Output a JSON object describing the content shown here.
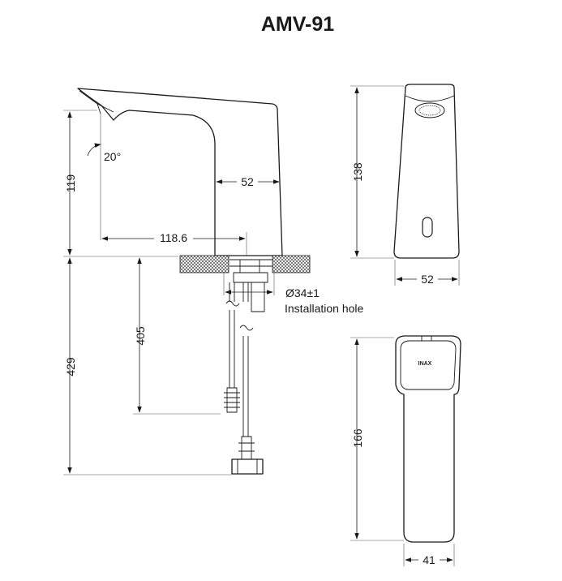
{
  "title": "AMV-91",
  "dimensions": {
    "angle": "20°",
    "spout_height": "119",
    "spout_reach": "118.6",
    "spout_offset": "52",
    "body_height": "138",
    "body_width": "52",
    "top_length": "166",
    "top_width": "41",
    "hose_length": "405",
    "total_length": "429",
    "hole_diameter": "Ø34±1"
  },
  "notes": {
    "installation_hole": "Installation hole"
  },
  "logo_text": "INAX"
}
